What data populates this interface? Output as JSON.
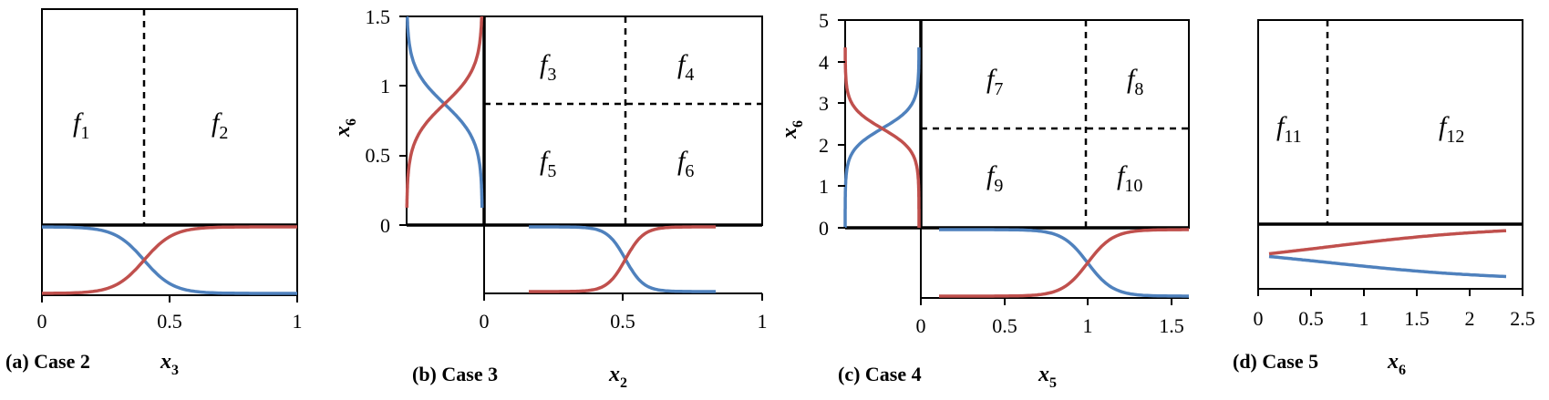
{
  "colors": {
    "blue": "#4f81bd",
    "red": "#c0504d"
  },
  "panels": [
    {
      "caption": "(a) Case 2",
      "axis_var": "x",
      "axis_sub": "3",
      "x_ticks": [
        "0",
        "0.5",
        "1"
      ],
      "regions": [
        {
          "base": "f",
          "sub": "1"
        },
        {
          "base": "f",
          "sub": "2"
        }
      ]
    },
    {
      "caption": "(b) Case 3",
      "axis_var": "x",
      "axis_sub": "2",
      "y_axis_var": "x",
      "y_axis_sub": "6",
      "x_ticks": [
        "0",
        "0.5",
        "1"
      ],
      "y_ticks": [
        "0",
        "0.5",
        "1",
        "1.5"
      ],
      "regions": [
        {
          "base": "f",
          "sub": "3"
        },
        {
          "base": "f",
          "sub": "4"
        },
        {
          "base": "f",
          "sub": "5"
        },
        {
          "base": "f",
          "sub": "6"
        }
      ]
    },
    {
      "caption": "(c) Case 4",
      "axis_var": "x",
      "axis_sub": "5",
      "y_axis_var": "x",
      "y_axis_sub": "6",
      "x_ticks": [
        "0",
        "0.5",
        "1",
        "1.5"
      ],
      "y_ticks": [
        "0",
        "1",
        "2",
        "3",
        "4",
        "5"
      ],
      "regions": [
        {
          "base": "f",
          "sub": "7"
        },
        {
          "base": "f",
          "sub": "8"
        },
        {
          "base": "f",
          "sub": "9"
        },
        {
          "base": "f",
          "sub": "10"
        }
      ]
    },
    {
      "caption": "(d) Case 5",
      "axis_var": "x",
      "axis_sub": "6",
      "x_ticks": [
        "0",
        "0.5",
        "1",
        "1.5",
        "2",
        "2.5"
      ],
      "regions": [
        {
          "base": "f",
          "sub": "11"
        },
        {
          "base": "f",
          "sub": "12"
        }
      ]
    }
  ]
}
